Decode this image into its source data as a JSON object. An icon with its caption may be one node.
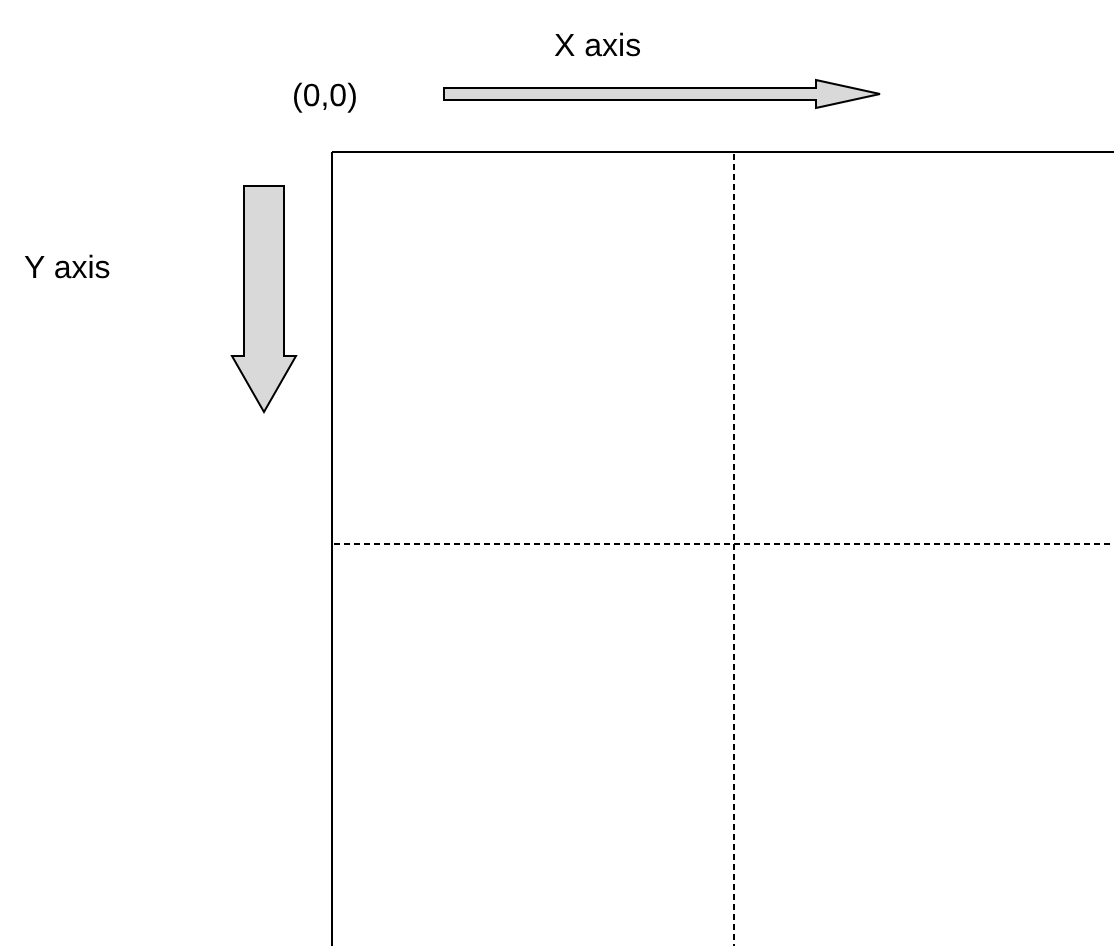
{
  "diagram": {
    "labels": [
      "X axis",
      "(0,0)",
      "Y axis"
    ]
  }
}
